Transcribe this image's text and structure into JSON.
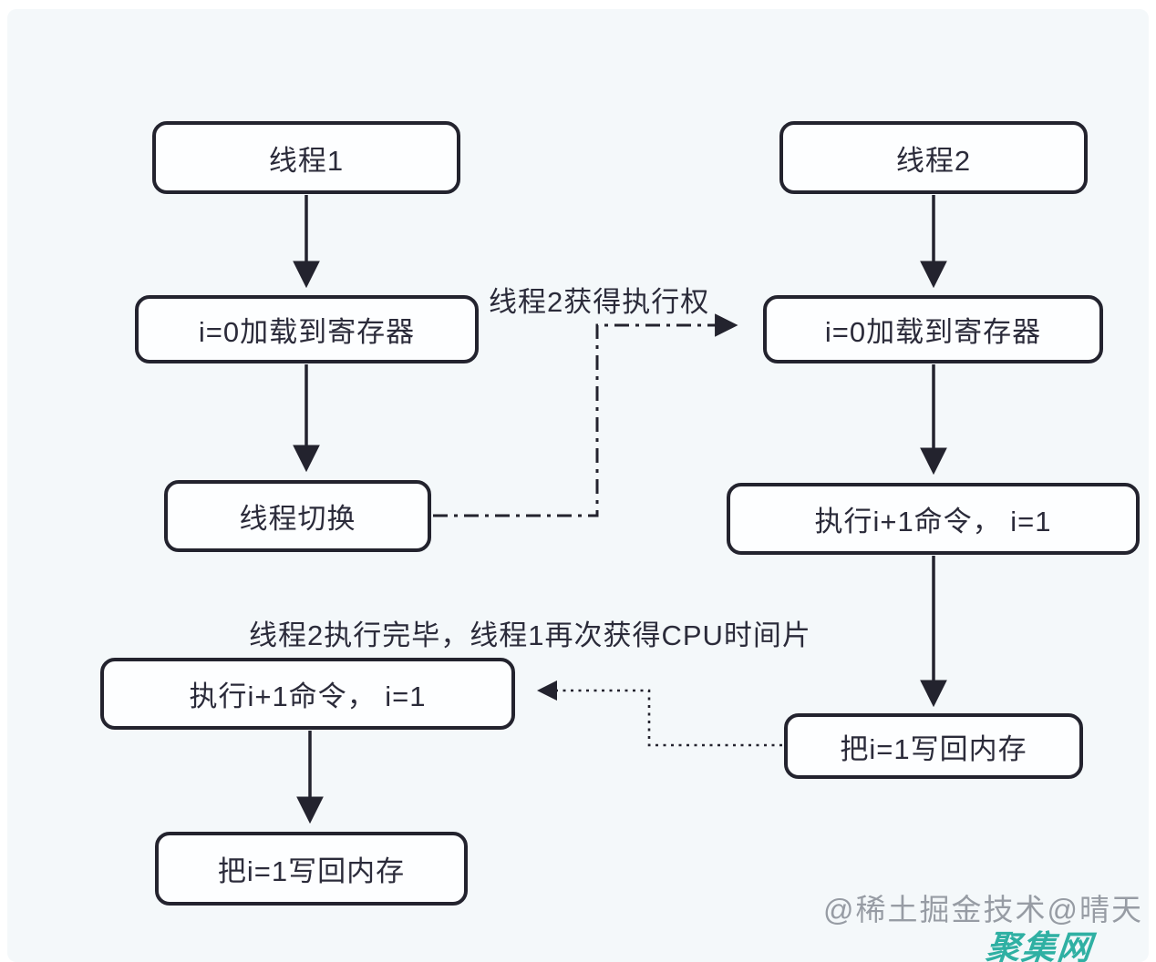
{
  "diagram": {
    "nodes": {
      "thread1": "线程1",
      "thread2": "线程2",
      "load_left": "i=0加载到寄存器",
      "load_right": "i=0加载到寄存器",
      "switch": "线程切换",
      "exec_right": "执行i+1命令， i=1",
      "exec_left": "执行i+1命令， i=1",
      "write_right": "把i=1写回内存",
      "write_left": "把i=1写回内存"
    },
    "edge_labels": {
      "grant": "线程2获得执行权",
      "resume": "线程2执行完毕，线程1再次获得CPU时间片"
    },
    "watermarks": {
      "gray": "@稀土掘金技术@晴天",
      "teal": "聚集网"
    }
  },
  "colors": {
    "background": "#f4f8fa",
    "node_fill": "#fdfeff",
    "stroke": "#23232e",
    "text": "#2b2b3a",
    "watermark_gray": "#8d939b",
    "watermark_teal": "#2fb0a3"
  }
}
